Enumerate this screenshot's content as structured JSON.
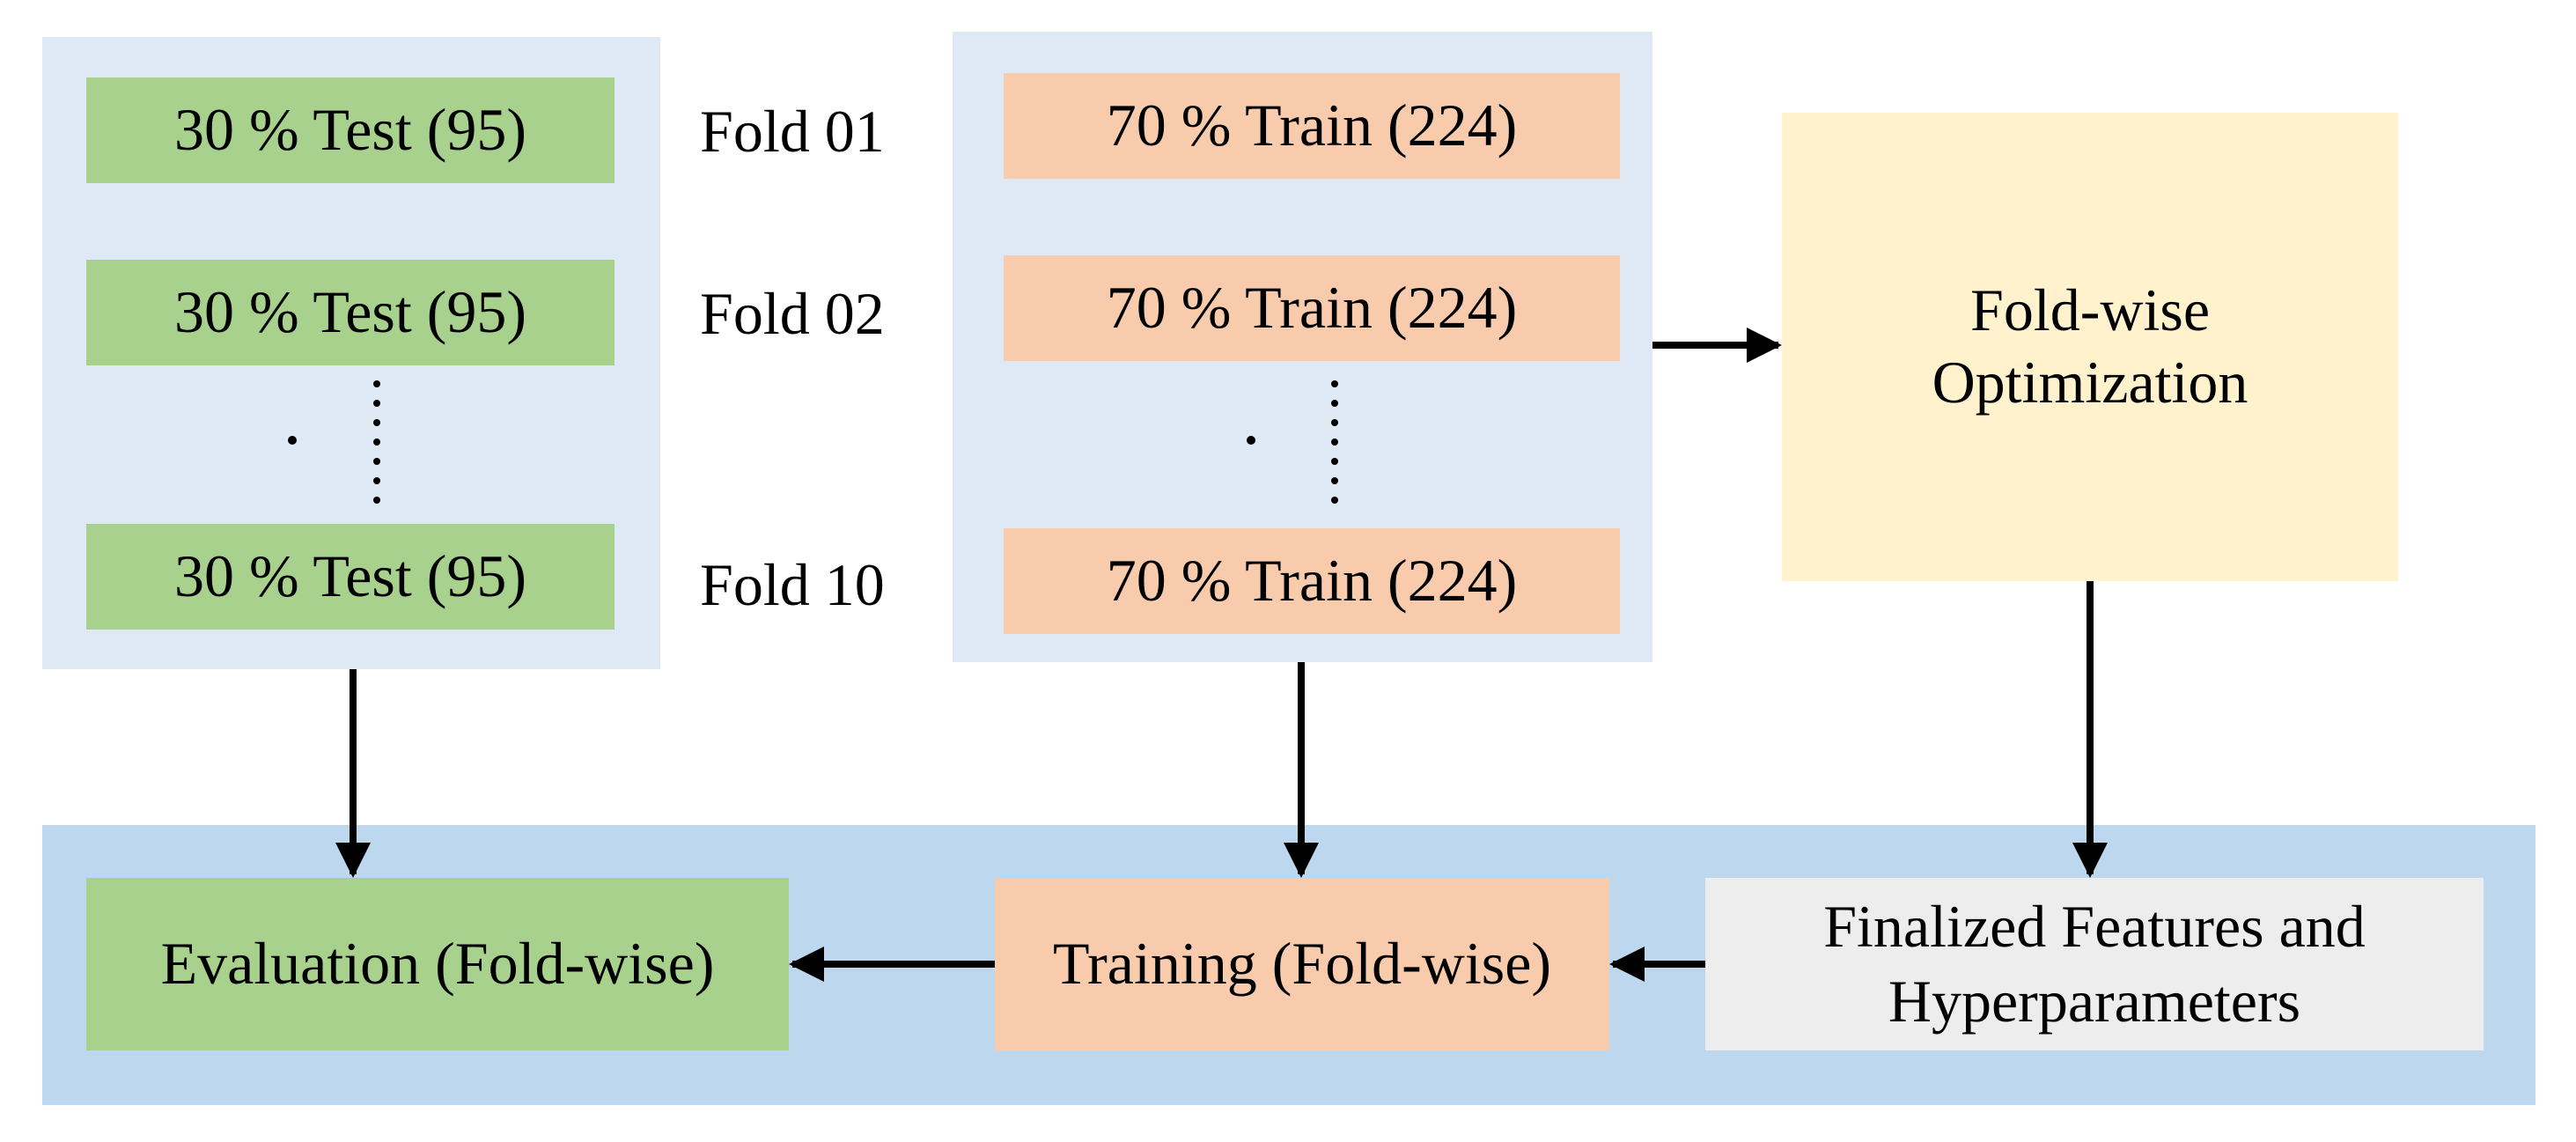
{
  "test_boxes": [
    {
      "label": "30 % Test (95)"
    },
    {
      "label": "30 % Test (95)"
    },
    {
      "label": "30 % Test (95)"
    }
  ],
  "fold_labels": [
    "Fold 01",
    "Fold 02",
    "Fold 10"
  ],
  "train_boxes": [
    {
      "label": "70 % Train (224)"
    },
    {
      "label": "70 % Train (224)"
    },
    {
      "label": "70 % Train (224)"
    }
  ],
  "optimization": {
    "line1": "Fold-wise",
    "line2": "Optimization"
  },
  "evaluation": {
    "label": "Evaluation (Fold-wise)"
  },
  "training": {
    "label": "Training (Fold-wise)"
  },
  "finalized": {
    "line1": "Finalized Features and",
    "line2": "Hyperparameters"
  },
  "colors": {
    "light_blue_panel": "#dee9f5",
    "bottom_panel": "#bdd7ee",
    "green": "#a9d18e",
    "salmon": "#f8cbad",
    "yellow": "#fff2cc",
    "gray": "#ededed"
  }
}
